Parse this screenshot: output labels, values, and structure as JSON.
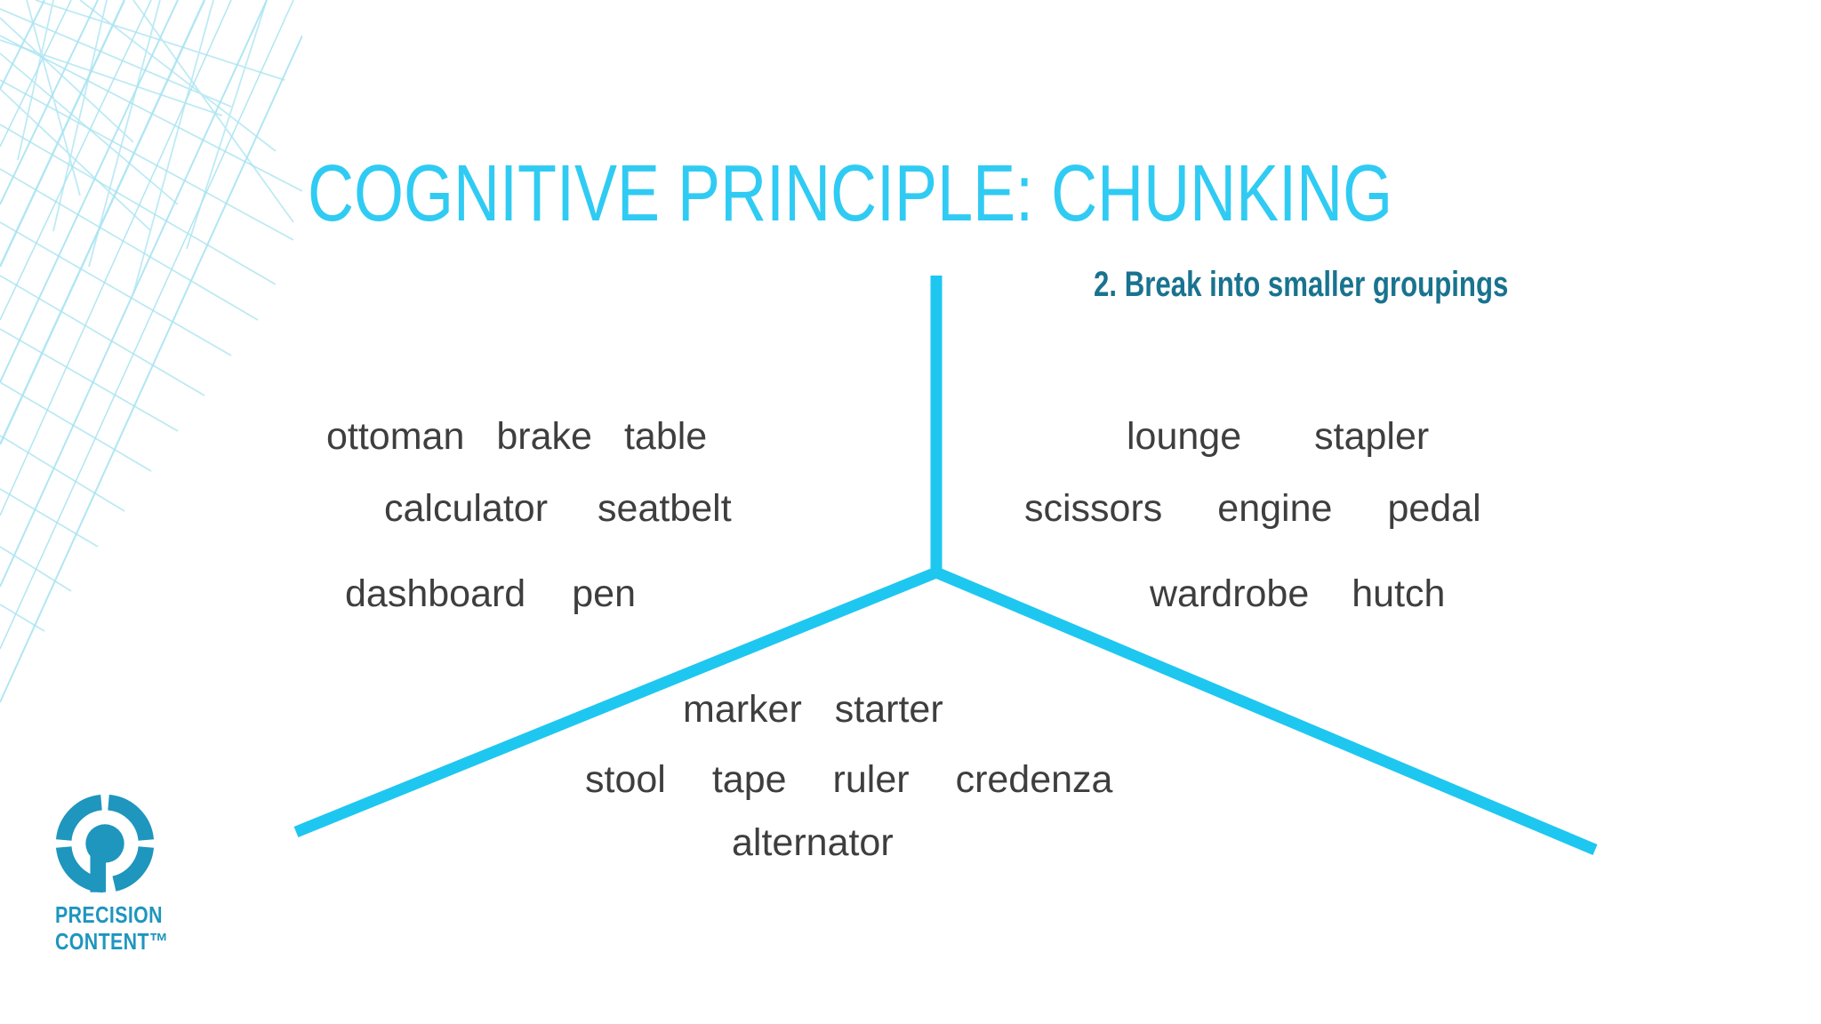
{
  "slide": {
    "title": "COGNITIVE PRINCIPLE: CHUNKING",
    "annotation": "2. Break into smaller groupings"
  },
  "diagram": {
    "groups": [
      {
        "id": "left",
        "rows": [
          [
            "ottoman",
            "brake",
            "table"
          ],
          [
            "calculator",
            "seatbelt"
          ],
          [
            "dashboard",
            "pen"
          ]
        ]
      },
      {
        "id": "right",
        "rows": [
          [
            "lounge",
            "stapler"
          ],
          [
            "scissors",
            "engine",
            "pedal"
          ],
          [
            "wardrobe",
            "hutch"
          ]
        ]
      },
      {
        "id": "bottom",
        "rows": [
          [
            "marker",
            "starter"
          ],
          [
            "stool",
            "tape",
            "ruler",
            "credenza"
          ],
          [
            "alternator"
          ]
        ]
      }
    ]
  },
  "logo": {
    "name": "Precision Content",
    "line1": "PRECISION",
    "line2": "CONTENT™"
  },
  "colors": {
    "title": "#30CBF3",
    "divider": "#1EC7F0",
    "annotation": "#19738F",
    "word": "#3E3E3E",
    "logo": "#1E96BE",
    "wireframe": "#A9E4F1",
    "background": "#FFFFFF"
  }
}
